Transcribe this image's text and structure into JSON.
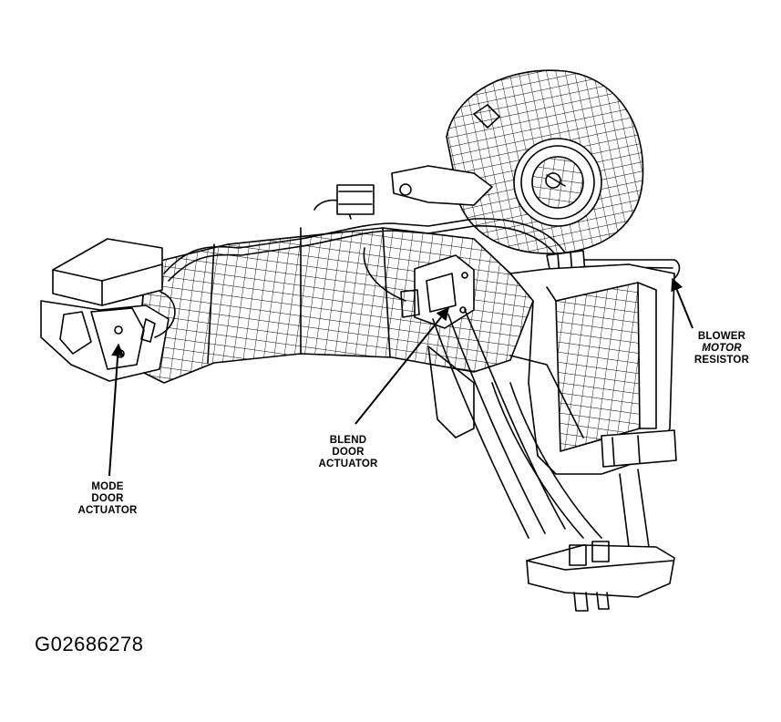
{
  "labels": {
    "blower_motor_resistor": [
      "BLOWER",
      "MOTOR",
      "RESISTOR"
    ],
    "blend_door_actuator": [
      "BLEND",
      "DOOR",
      "ACTUATOR"
    ],
    "mode_door_actuator": [
      "MODE",
      "DOOR",
      "ACTUATOR"
    ]
  },
  "figure_id": "G02686278",
  "colors": {
    "ink": "#000000",
    "paper": "#ffffff"
  }
}
